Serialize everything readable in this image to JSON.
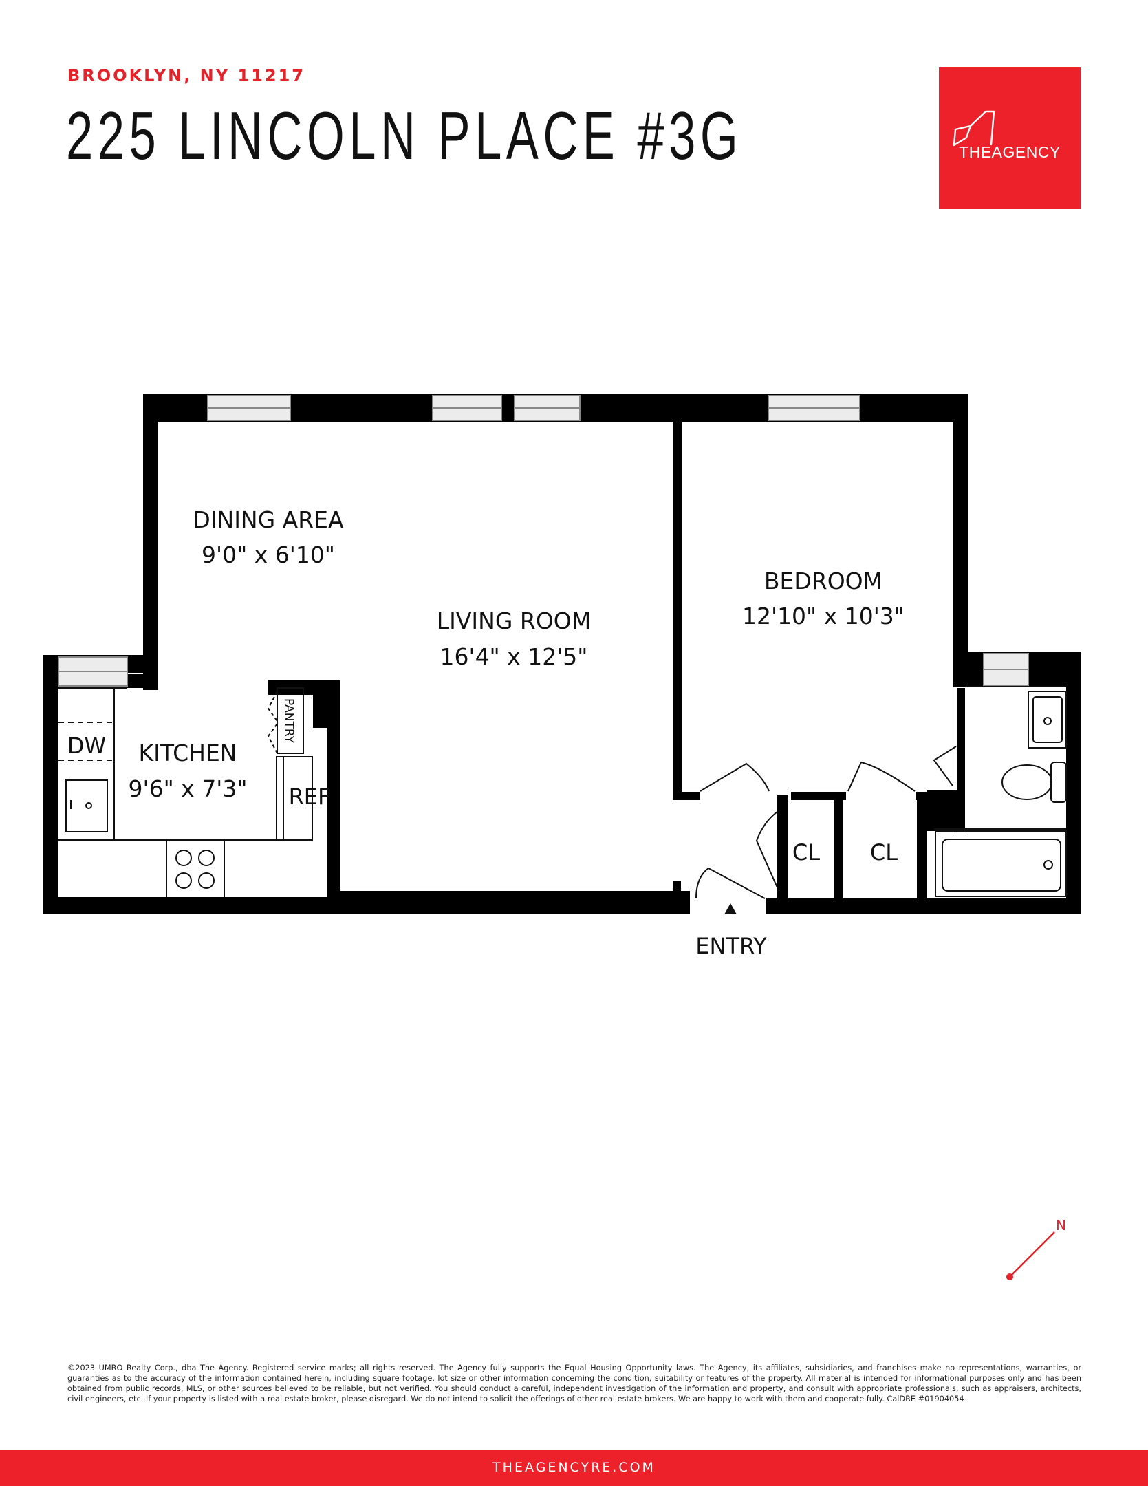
{
  "header": {
    "location": "BROOKLYN, NY 11217",
    "address": "225 LINCOLN PLACE #3G"
  },
  "brand": {
    "logo_text": "THEAGENCY",
    "brand_color": "#ed2129"
  },
  "floorplan": {
    "rooms": {
      "dining_name": "DINING AREA",
      "dining_dims": "9'0\" x 6'10\"",
      "living_name": "LIVING ROOM",
      "living_dims": "16'4\" x 12'5\"",
      "bedroom_name": "BEDROOM",
      "bedroom_dims": "12'10\" x 10'3\"",
      "kitchen_name": "KITCHEN",
      "kitchen_dims": "9'6\" x 7'3\""
    },
    "fixtures": {
      "dw": "DW",
      "ref": "REF",
      "pantry": "PANTRY",
      "closet_1": "CL",
      "closet_2": "CL"
    },
    "entry": "ENTRY",
    "compass": "N"
  },
  "footer": {
    "disclaimer": "©2023 UMRO Realty Corp., dba The Agency. Registered service marks; all rights reserved. The Agency fully supports the Equal Housing Opportunity laws. The Agency, its affiliates, subsidiaries, and franchises make no representations, warranties, or guaranties as to the accuracy of the information contained herein, including square footage, lot size or other information concerning the condition, suitability or features of the property. All material is intended for informational purposes only and has been obtained from public records, MLS, or other sources believed to be reliable, but not verified. You should conduct a careful, independent investigation of the information and property, and consult with appropriate professionals, such as appraisers, architects, civil engineers, etc. If your property is listed with a real estate broker, please disregard. We do not intend to solicit the offerings of other real estate brokers. We are happy to work with them and cooperate fully. CalDRE #01904054",
    "url": "THEAGENCYRE.COM"
  }
}
